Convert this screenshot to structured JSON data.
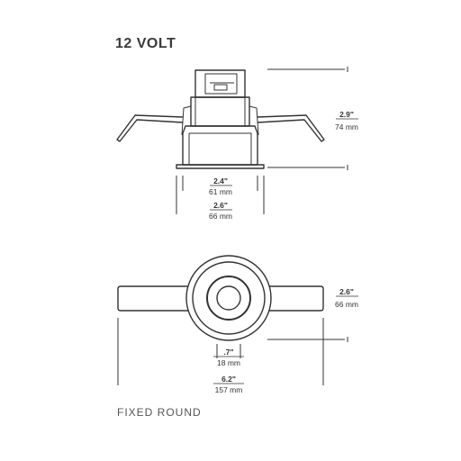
{
  "header": {
    "title": "12 VOLT"
  },
  "footer": {
    "label": "FIXED ROUND"
  },
  "dimensions": {
    "side_height": {
      "imperial": "2.9\"",
      "metric": "74 mm"
    },
    "side_inner_width": {
      "imperial": "2.4\"",
      "metric": "61 mm"
    },
    "side_outer_width": {
      "imperial": "2.6\"",
      "metric": "66 mm"
    },
    "top_diameter": {
      "imperial": "2.6\"",
      "metric": "66 mm"
    },
    "top_aperture": {
      "imperial": ".7\"",
      "metric": "18 mm"
    },
    "top_span": {
      "imperial": "6.2\"",
      "metric": "157 mm"
    }
  },
  "colors": {
    "line": "#333333",
    "text": "#333333"
  }
}
